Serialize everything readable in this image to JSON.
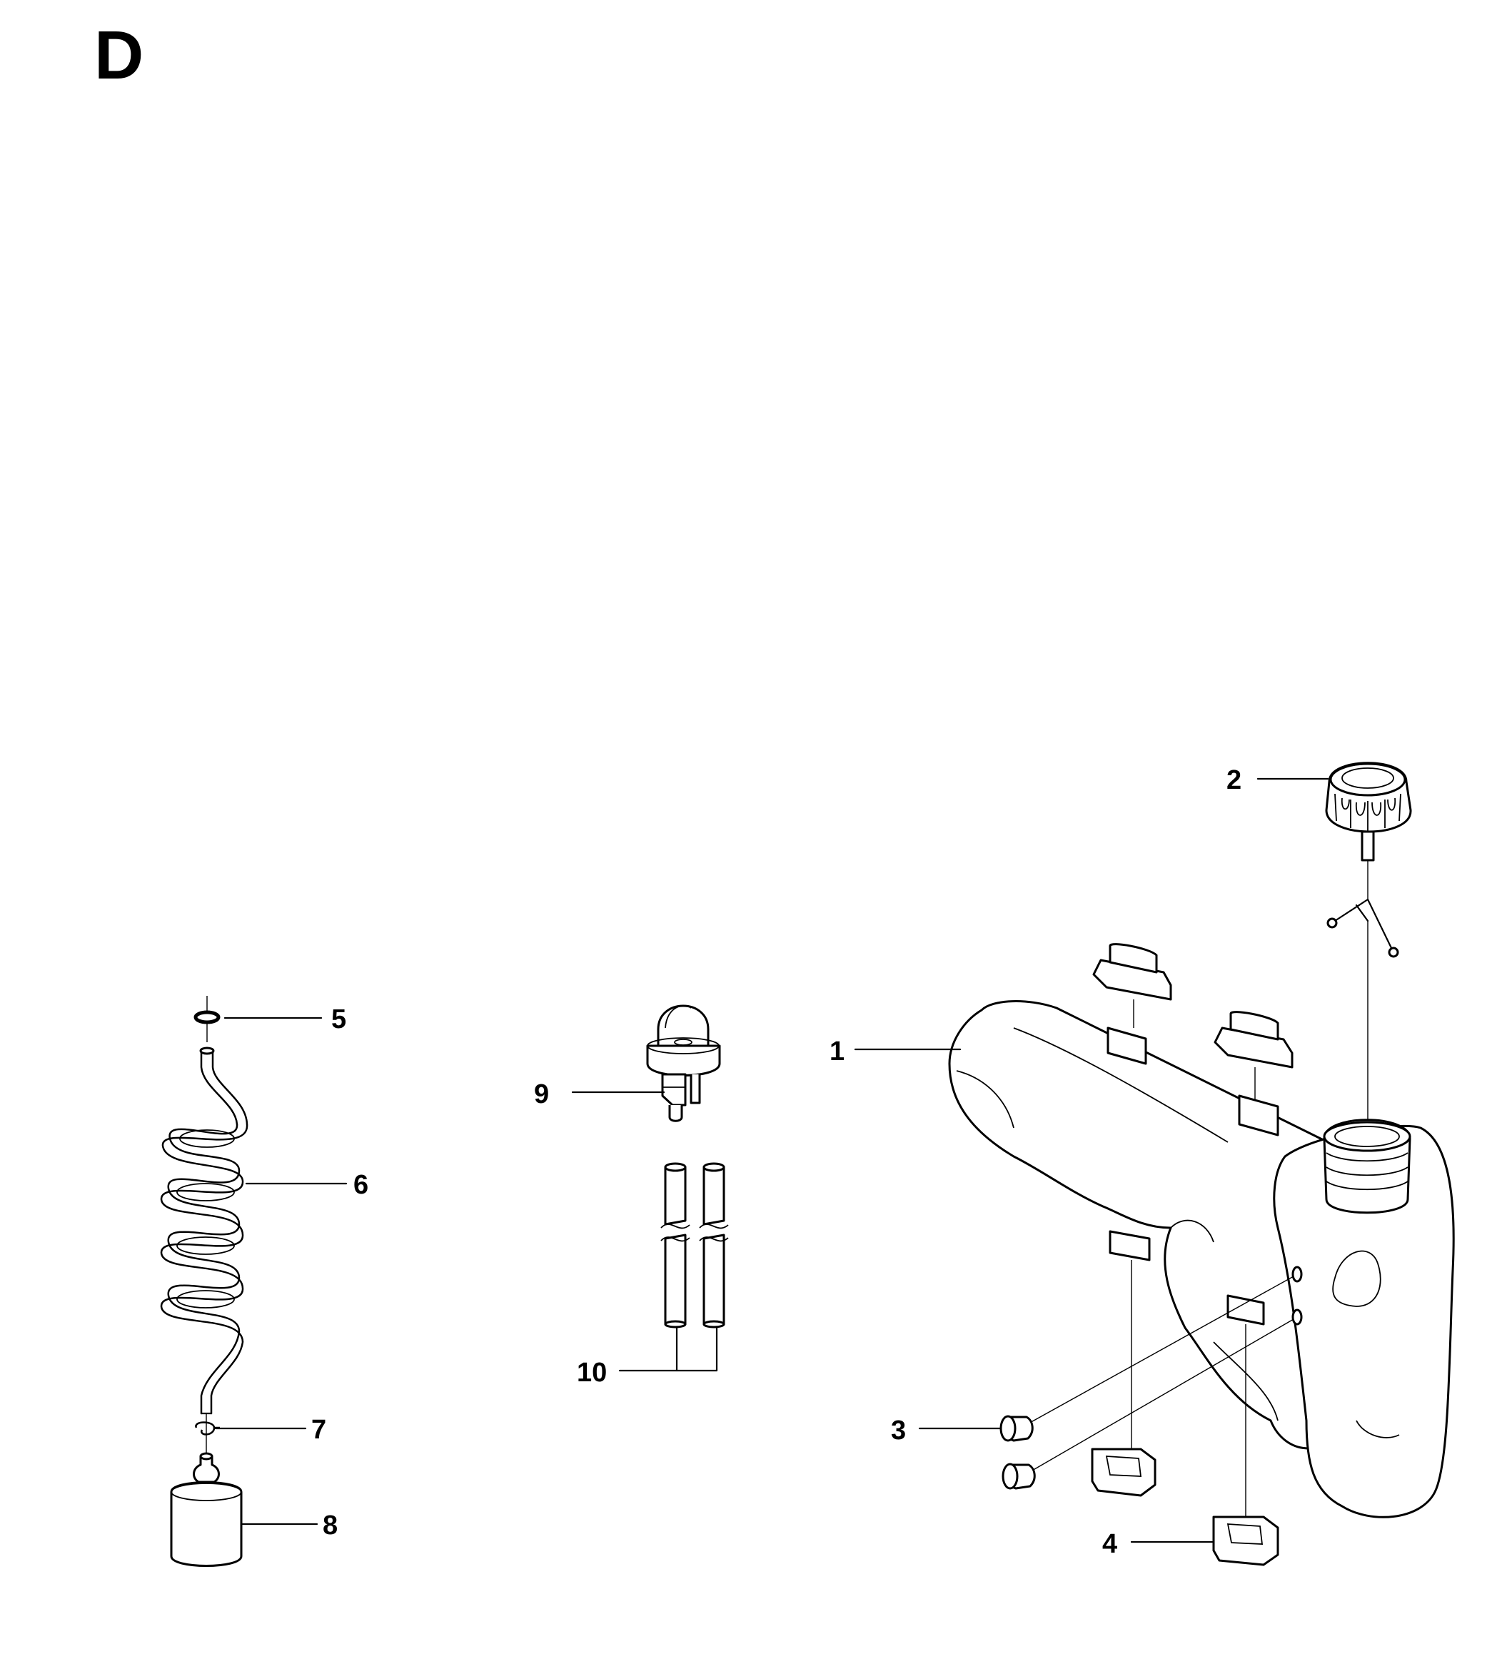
{
  "section_letter": "D",
  "callouts": {
    "c1": "1",
    "c2": "2",
    "c3": "3",
    "c4": "4",
    "c5": "5",
    "c6": "6",
    "c7": "7",
    "c8": "8",
    "c9": "9",
    "c10": "10"
  },
  "colors": {
    "ink": "#000000",
    "paper": "#ffffff"
  }
}
